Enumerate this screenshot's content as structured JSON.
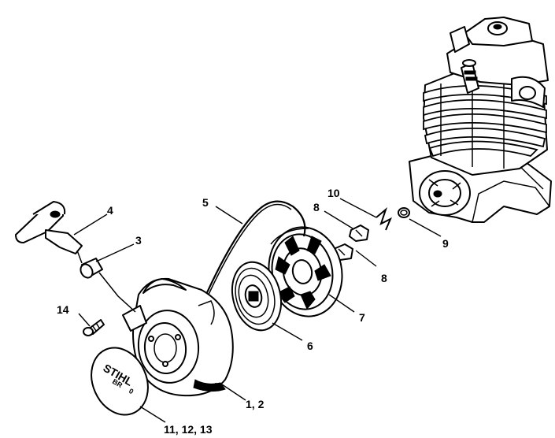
{
  "callouts": {
    "c1": "1, 2",
    "c3": "3",
    "c4": "4",
    "c5": "5",
    "c6": "6",
    "c7": "7",
    "c8a": "8",
    "c8b": "8",
    "c9": "9",
    "c10": "10",
    "c11": "11, 12, 13",
    "c14": "14"
  },
  "label_text": {
    "brand": "STIHL",
    "model": "BR",
    "model_suffix": "0"
  },
  "colors": {
    "ink": "#000000",
    "paper": "#ffffff"
  }
}
